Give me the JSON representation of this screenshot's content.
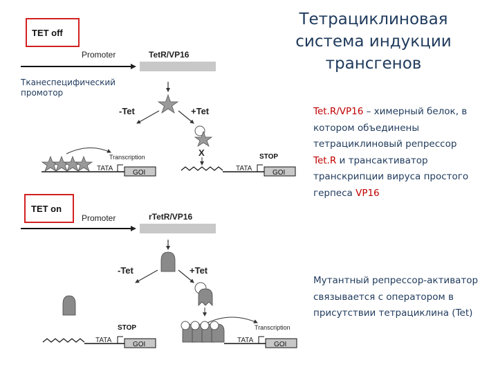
{
  "title": {
    "line1": "Тетрациклиновая",
    "line2": "система индукции",
    "line3": "трансгенов"
  },
  "side_label": {
    "line1": "Тканеспецифический",
    "line2": "промотор"
  },
  "paragraph1": {
    "term": "Tet.R/VP16",
    "text_a": " – химерный белок, в котором объединены тетрациклиновый репрессор ",
    "term_tetr": "Tet.R",
    "text_b": " и трансактиватор транскрипции вируса простого герпеса ",
    "term_vp16": "VP16"
  },
  "paragraph2": {
    "text": "Мутантный репрессор-активатор связывается с оператором в присутствии тетрациклина (Tet)"
  },
  "panel_off": {
    "label": "TET off",
    "promoter": "Promoter",
    "fusion": "TetR/VP16",
    "minus_tet": "-Tet",
    "plus_tet": "+Tet",
    "transcription": "Transcription",
    "tata_left": "TATA",
    "goi_left": "GOI",
    "x_mark": "X",
    "stop": "STOP",
    "tata_right": "TATA",
    "goi_right": "GOI"
  },
  "panel_on": {
    "label": "TET on",
    "promoter": "Promoter",
    "fusion": "rTetR/VP16",
    "minus_tet": "-Tet",
    "plus_tet": "+Tet",
    "stop": "STOP",
    "tata_left": "TATA",
    "goi_left": "GOI",
    "transcription": "Transcription",
    "tata_right": "TATA",
    "goi_right": "GOI"
  },
  "colors": {
    "title": "#1f3a5c",
    "red_box": "#d22020",
    "red_text": "#c00000",
    "gray_bar": "#c8c8c8",
    "protein_gray": "#8a8a8a"
  }
}
